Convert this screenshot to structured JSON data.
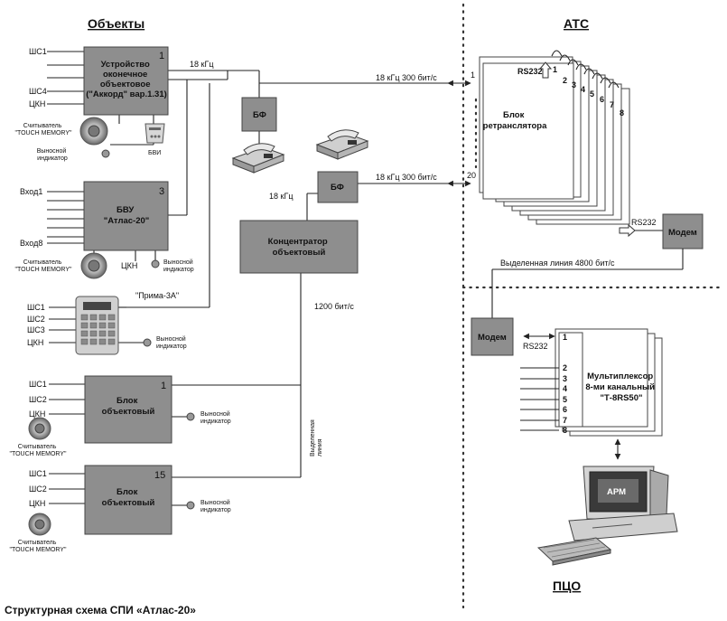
{
  "headers": {
    "objects": "Объекты",
    "ats": "АТС",
    "pco": "ПЦО"
  },
  "caption": "Структурная схема СПИ «Атлас-20»",
  "device1": {
    "number": "1",
    "title": [
      "Устройство",
      "оконечное",
      "объектовое",
      "(\"Аккорд\" вар.1.31)"
    ],
    "inputs": [
      "ШС1",
      "ШС4",
      "ЦКН"
    ],
    "reader_label": [
      "Считыватель",
      "\"TOUCH MEMORY\""
    ],
    "indicator_label": [
      "Выносной",
      "индикатор"
    ],
    "bvi_label": "БВИ"
  },
  "bvu": {
    "number": "3",
    "title": [
      "БВУ",
      "\"Атлас-20\""
    ],
    "inputs": [
      "Вход1",
      "Вход8"
    ],
    "reader_label": [
      "Считыватель",
      "\"TOUCH MEMORY\""
    ],
    "ckn_label": "ЦКН",
    "indicator_label": [
      "Выносной",
      "индикатор"
    ]
  },
  "prima": {
    "label": "\"Прима-3А\"",
    "inputs": [
      "ШС1",
      "ШС2",
      "ШС3",
      "ЦКН"
    ],
    "indicator_label": [
      "Выносной",
      "индикатор"
    ]
  },
  "block1": {
    "number": "1",
    "title": [
      "Блок",
      "объектовый"
    ],
    "inputs": [
      "ШС1",
      "ШС2",
      "ЦКН"
    ],
    "reader_label": [
      "Считыватель",
      "\"TOUCH MEMORY\""
    ],
    "indicator_label": [
      "Выносной",
      "индикатор"
    ]
  },
  "block15": {
    "number": "15",
    "title": [
      "Блок",
      "объектовый"
    ],
    "inputs": [
      "ШС1",
      "ШС2",
      "ЦКН"
    ],
    "reader_label": [
      "Считыватель",
      "\"TOUCH MEMORY\""
    ],
    "indicator_label": [
      "Выносной",
      "индикатор"
    ]
  },
  "bf_label": "БФ",
  "freq_18": "18 кГц",
  "line_top": "18 кГц  300 бит/с",
  "line_mid": "18 кГц  300 бит/с",
  "concentrator": [
    "Концентратор",
    "объектовый"
  ],
  "baud_1200": "1200 бит/с",
  "dedicated_vertical": [
    "Выделенная",
    "линия"
  ],
  "repeater": {
    "title": [
      "Блок",
      "ретранслятора"
    ],
    "rs232": "RS232",
    "port_first": "1",
    "port_last": "20",
    "pages": [
      "1",
      "2",
      "3",
      "4",
      "5",
      "6",
      "7",
      "8"
    ],
    "rs232_out": "RS232"
  },
  "modem_label": "Модем",
  "dedicated_line": "Выделенная линия 4800 бит/с",
  "mux": {
    "title": [
      "Мультиплексор",
      "8-ми канальный",
      "\"Т-8RS50\""
    ],
    "ports": [
      "1",
      "2",
      "3",
      "4",
      "5",
      "6",
      "7",
      "8"
    ]
  },
  "modem2_label": "Модем",
  "rs232_mux": "RS232",
  "arm_label": "АРМ"
}
